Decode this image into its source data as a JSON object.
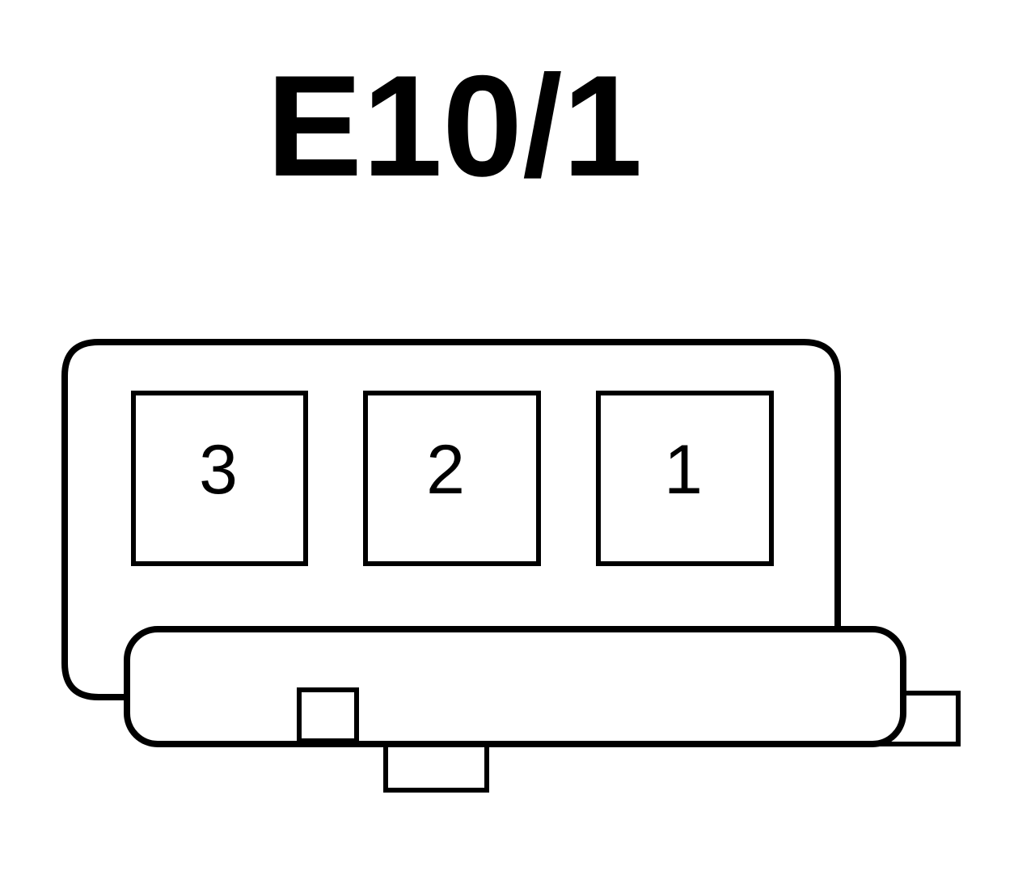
{
  "diagram": {
    "title": "E10/1",
    "pins": [
      {
        "label": "3"
      },
      {
        "label": "2"
      },
      {
        "label": "1"
      }
    ]
  },
  "colors": {
    "stroke": "#000000",
    "fill": "#ffffff",
    "background": "#ffffff"
  }
}
